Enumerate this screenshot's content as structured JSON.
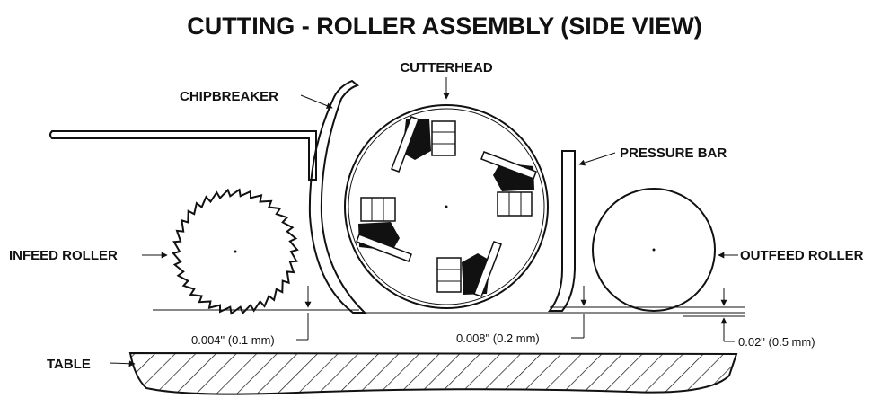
{
  "title": "CUTTING - ROLLER ASSEMBLY (SIDE VIEW)",
  "labels": {
    "cutterhead": "CUTTERHEAD",
    "chipbreaker": "CHIPBREAKER",
    "pressure_bar": "PRESSURE BAR",
    "infeed_roller": "INFEED ROLLER",
    "outfeed_roller": "OUTFEED ROLLER",
    "table": "TABLE"
  },
  "dimensions": {
    "infeed": "0.004\" (0.1 mm)",
    "pressure_bar": "0.008\" (0.2 mm)",
    "outfeed": "0.02\" (0.5 mm)"
  }
}
